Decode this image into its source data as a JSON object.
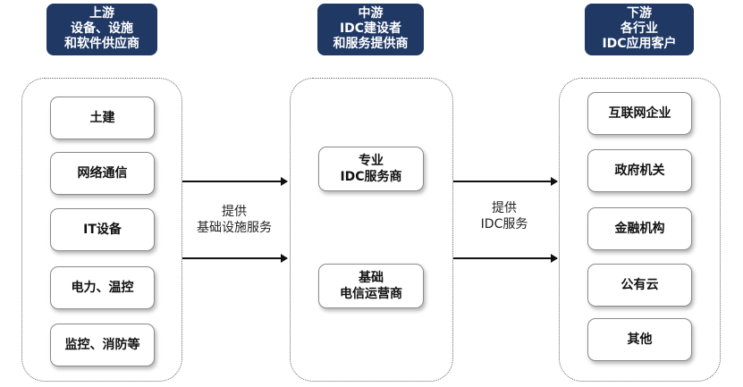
{
  "upstream": {
    "header": [
      "上游",
      "设备、设施",
      "和软件供应商"
    ],
    "items": [
      "土建",
      "网络通信",
      "IT设备",
      "电力、温控",
      "监控、消防等"
    ]
  },
  "midstream": {
    "header": [
      "中游",
      "IDC建设者",
      "和服务提供商"
    ],
    "items": [
      [
        "专业",
        "IDC服务商"
      ],
      [
        "基础",
        "电信运营商"
      ]
    ]
  },
  "downstream": {
    "header": [
      "下游",
      "各行业",
      "IDC应用客户"
    ],
    "items": [
      "互联网企业",
      "政府机关",
      "金融机构",
      "公有云",
      "其他"
    ]
  },
  "connectors": {
    "left": [
      "提供",
      "基础设施服务"
    ],
    "right": [
      "提供",
      "IDC服务"
    ]
  }
}
